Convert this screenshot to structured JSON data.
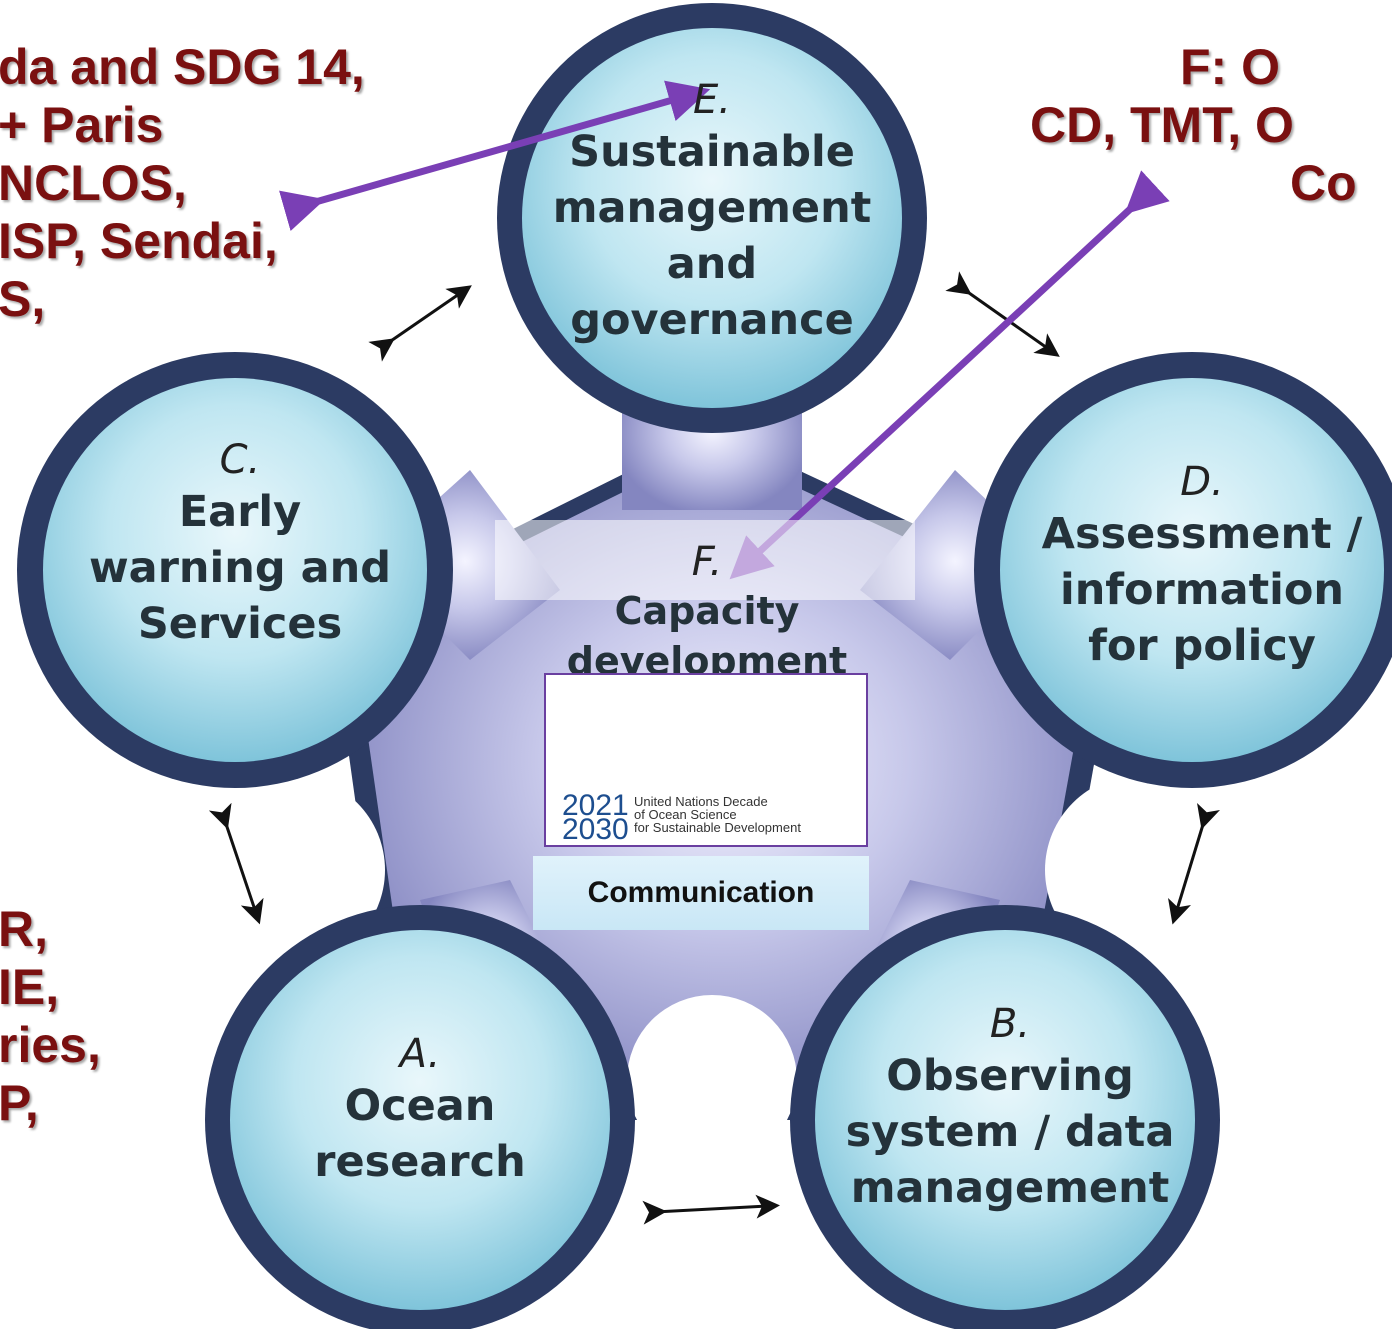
{
  "left_text_top": [
    "da and SDG 14,",
    "+ Paris",
    "NCLOS,",
    "ISP, Sendai,",
    "S,"
  ],
  "left_text_bottom": [
    "R,",
    "IE,",
    "ries,",
    "P,"
  ],
  "right_text_top": [
    "F: O",
    "CD,  TMT, O",
    "Co"
  ],
  "nodes": {
    "e": {
      "letter": "E.",
      "lines": [
        "Sustainable",
        "management",
        "and",
        "governance"
      ]
    },
    "c": {
      "letter": "C.",
      "lines": [
        "Early",
        "warning and",
        "Services"
      ]
    },
    "d": {
      "letter": "D.",
      "lines": [
        "Assessment /",
        "information",
        "for policy"
      ]
    },
    "a": {
      "letter": "A.",
      "lines": [
        "Ocean",
        "research"
      ]
    },
    "b": {
      "letter": "B.",
      "lines": [
        "Observing",
        "system / data",
        "management"
      ]
    },
    "f": {
      "letter": "F.",
      "lines": [
        "Capacity",
        "development"
      ]
    }
  },
  "logo": {
    "year_top": "2021",
    "year_bottom": "2030",
    "lines": [
      "United Nations Decade",
      "of Ocean Science",
      "for Sustainable Development"
    ]
  },
  "communication_label": "Communication",
  "colors": {
    "node_fill": "#a9dcec",
    "node_ring": "#2c3b63",
    "hub_fill": "#9a9ccc",
    "accent_arrow": "#7a3fb5",
    "side_text": "#7a1010"
  }
}
